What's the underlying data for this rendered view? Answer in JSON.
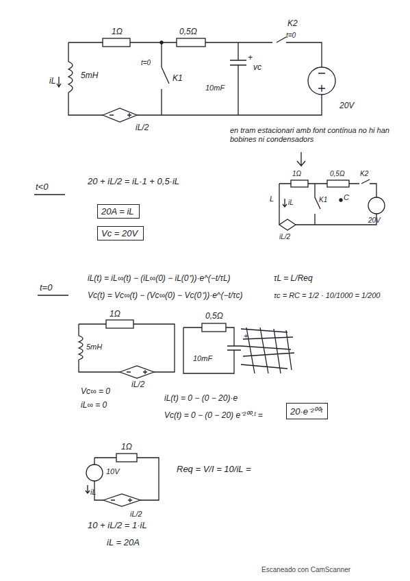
{
  "diagram": {
    "nodes": [
      {
        "text": [
          "20A = iL"
        ]
      },
      {
        "text": [
          "Vc = 20V"
        ]
      },
      {
        "text": [
          "20·e⁻²⁰⁰ᵗ"
        ]
      }
    ],
    "labels": [
      "1Ω",
      "0,5Ω",
      "K2",
      "t=0",
      "iL",
      "5mH",
      "t=0",
      "K1",
      "+",
      "vc",
      "10mF",
      "20V",
      "iL/2",
      "en tram estacionari amb font contínua no hi han bobines ni condensadors",
      "1Ω",
      "0,5Ω",
      "K2",
      "L",
      "iL",
      "K1",
      "C",
      "iL/2",
      "20V",
      "t<0",
      "20 + iL/2 = iL·1 + 0,5·iL",
      "t=0",
      "iL(t) = iL∞(t) − (iL∞(0) − iL(0⁺))·e^(−t/τL)",
      "τL = L/Req",
      "Vc(t) = Vc∞(t) − (Vc∞(0) − Vc(0⁺))·e^(−t/τc)",
      "τc = RC = 1/2 · 10/1000 = 1/200",
      "1Ω",
      "5mH",
      "iL/2",
      "0,5Ω",
      "10mF",
      "+",
      "Vc∞ = 0",
      "iL∞ = 0",
      "iL(t) = 0 − (0 − 20)·e",
      "Vc(t) = 0 − (0 − 20) e⁻²⁰⁰·ᵗ =",
      "1Ω",
      "10V",
      "iL",
      "iL/2",
      "Req = V/I = 10/iL =",
      "10 + iL/2 = 1·iL",
      "iL = 20A",
      "Escaneado con CamScanner"
    ]
  }
}
